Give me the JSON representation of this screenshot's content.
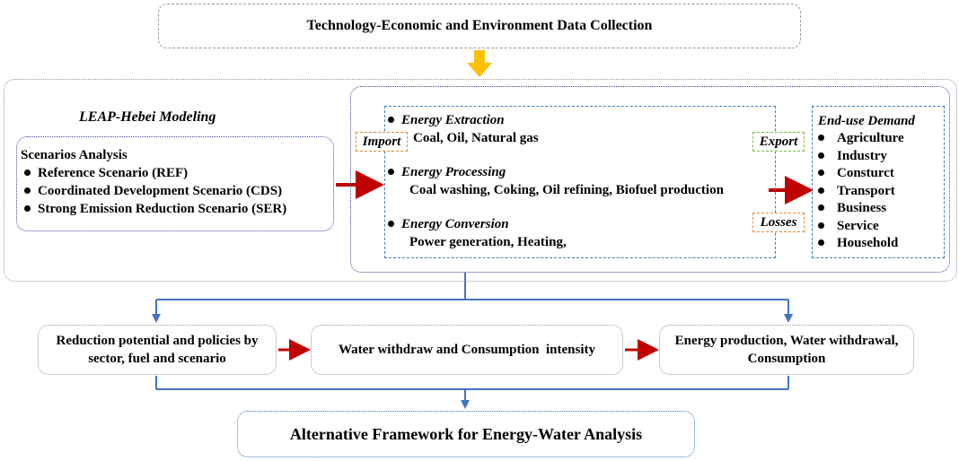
{
  "top": {
    "label": "Technology-Economic and Environment Data Collection"
  },
  "leap": {
    "title": "LEAP-Hebei Modeling"
  },
  "scenarios": {
    "heading": "Scenarios Analysis",
    "items": [
      "Reference Scenario (REF)",
      "Coordinated Development Scenario (CDS)",
      "Strong Emission Reduction Scenario (SER)"
    ]
  },
  "energy": {
    "extraction": {
      "title": "Energy Extraction",
      "items": "Coal, Oil, Natural gas"
    },
    "processing": {
      "title": "Energy Processing",
      "items": "Coal washing, Coking, Oil refining, Biofuel production"
    },
    "conversion": {
      "title": "Energy Conversion",
      "items": "Power generation, Heating,"
    }
  },
  "tags": {
    "import": "Import",
    "export": "Export",
    "losses": "Losses"
  },
  "enduse": {
    "title": "End-use Demand",
    "items": [
      "Agriculture",
      "Industry",
      "Consturct",
      "Transport",
      "Business",
      "Service",
      "Household"
    ]
  },
  "bottom": {
    "reduction": "Reduction potential and policies by sector, fuel and scenario",
    "water": "Water withdraw and Consumption  intensity",
    "production": "Energy production, Water withdrawal, Consumption"
  },
  "final": {
    "label": "Alternative Framework for Energy-Water Analysis"
  },
  "colors": {
    "red_arrow": "#c00000",
    "blue_line": "#4472c4",
    "gold_arrow": "#ffc000"
  }
}
